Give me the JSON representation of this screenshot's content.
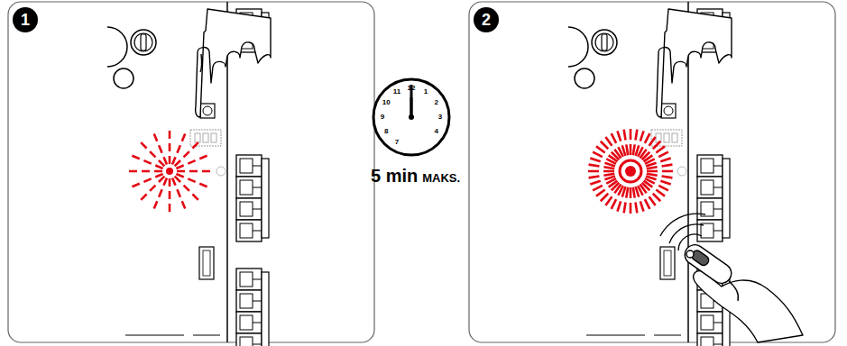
{
  "diagram": {
    "labels": [
      "1",
      "2",
      "12",
      "11",
      "1",
      "10",
      "2",
      "9",
      "3",
      "8",
      "4",
      "7",
      "5 min",
      "MAKS."
    ]
  }
}
